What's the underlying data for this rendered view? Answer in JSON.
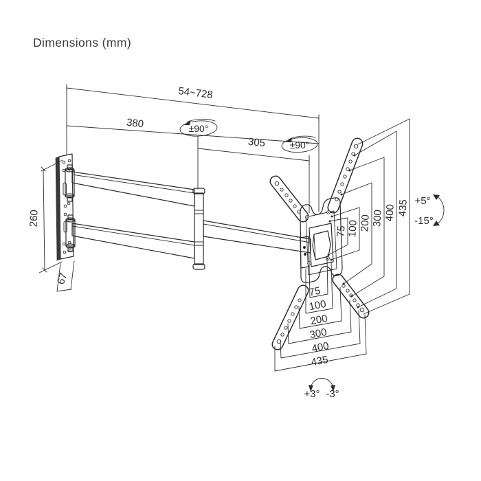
{
  "title": "Dimensions (mm)",
  "dims": {
    "extension_range": "54~728",
    "arm_segment_a": "380",
    "arm_segment_b": "305",
    "swivel_a": "±90°",
    "swivel_b": "±90°",
    "plate_height": "260",
    "plate_depth": "67",
    "tilt_up": "+5°",
    "tilt_down": "-15°",
    "roll_left": "+3°",
    "roll_right": "-3°",
    "vesa_vertical": [
      "75",
      "100",
      "200",
      "300",
      "400",
      "435"
    ],
    "vesa_horizontal": [
      "75",
      "100",
      "200",
      "300",
      "400",
      "435"
    ]
  }
}
